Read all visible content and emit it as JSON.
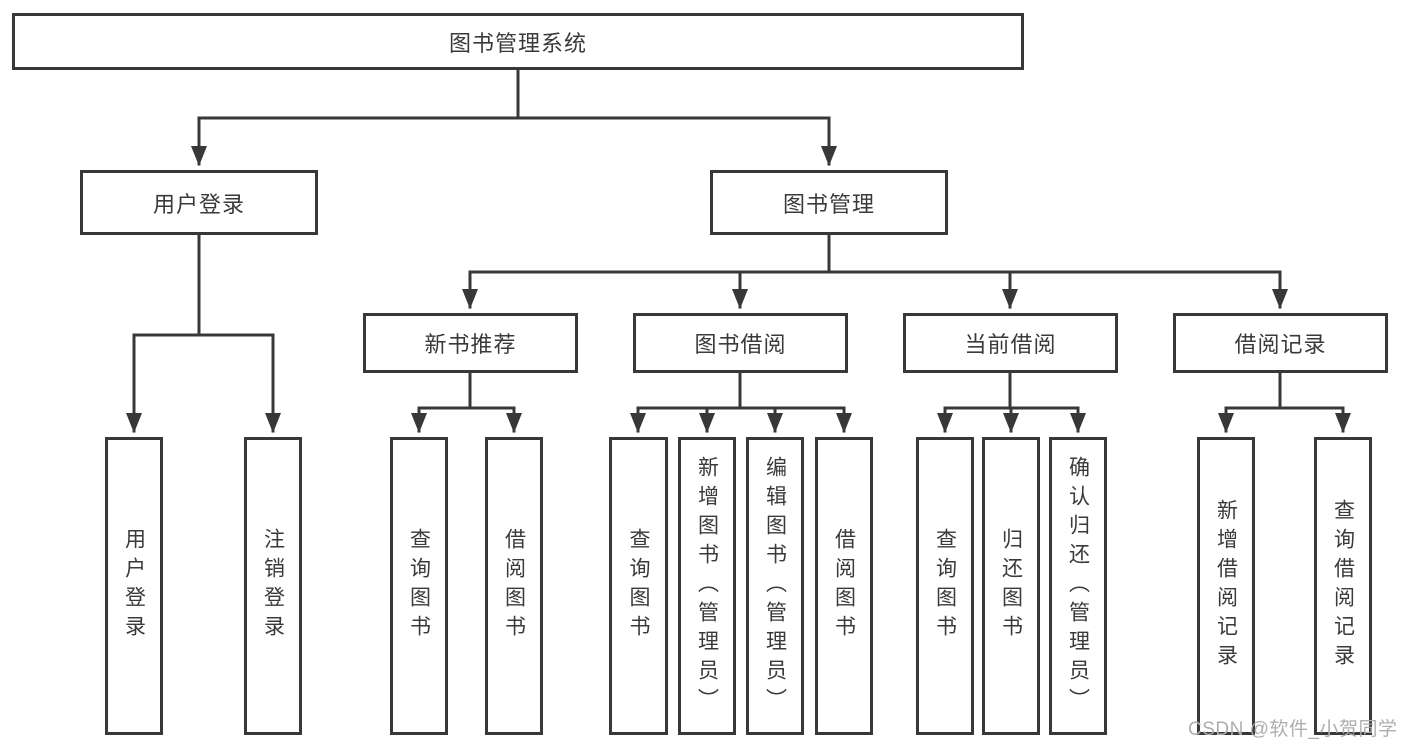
{
  "colors": {
    "line": "#383838",
    "box_border": "#383838",
    "text": "#3a3a3a",
    "watermark": "#aeaeae",
    "background": "#ffffff"
  },
  "diagram": {
    "root": "图书管理系统",
    "branches": [
      {
        "label": "用户登录",
        "children": [
          "用户登录",
          "注销登录"
        ]
      },
      {
        "label": "图书管理",
        "children": [
          {
            "label": "新书推荐",
            "children": [
              "查询图书",
              "借阅图书"
            ]
          },
          {
            "label": "图书借阅",
            "children": [
              "查询图书",
              "新增图书（管理员）",
              "编辑图书（管理员）",
              "借阅图书"
            ]
          },
          {
            "label": "当前借阅",
            "children": [
              "查询图书",
              "归还图书",
              "确认归还（管理员）"
            ]
          },
          {
            "label": "借阅记录",
            "children": [
              "新增借阅记录",
              "查询借阅记录"
            ]
          }
        ]
      }
    ]
  },
  "watermark": {
    "text": "CSDN @软件_小贺同学"
  }
}
